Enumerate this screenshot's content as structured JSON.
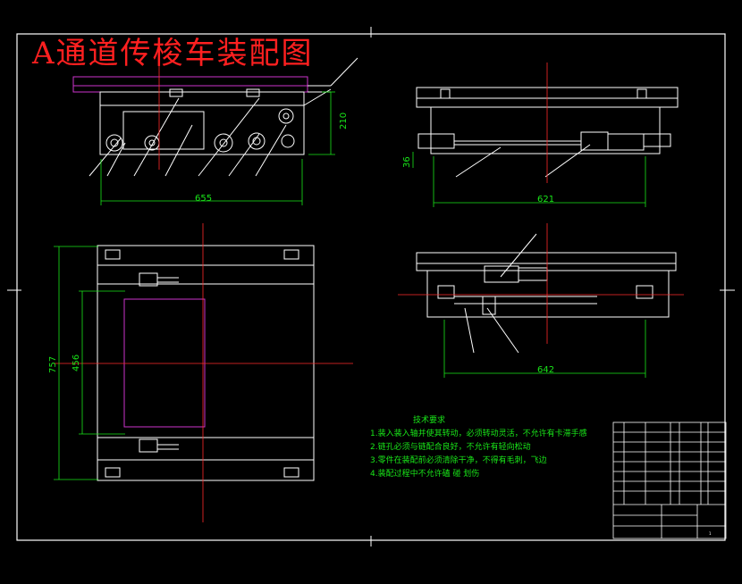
{
  "drawing": {
    "title": "A通道传梭车装配图",
    "dimensions": {
      "front_height": "210",
      "front_width": "655",
      "side_width": "621",
      "side_offset": "36",
      "plan_length": "757",
      "plan_inner": "456",
      "end_width": "642"
    },
    "technical_requirements": {
      "heading": "技术要求",
      "items": [
        "1.装入装入轴并使其转动，必须转动灵活，不允许有卡滞手感",
        "2.链孔必须与链配合良好，不允许有轻向松动",
        "3.零件在装配前必须清除干净，不得有毛刺，飞边",
        "4.装配过程中不允许磕 碰 划伤"
      ]
    },
    "title_block": {
      "sheet": "1"
    },
    "colors": {
      "background": "#000000",
      "lines": "#ffffff",
      "dimension": "#19e619",
      "title": "#ff2020",
      "centerline": "#ff2a2a",
      "highlight": "#cc33cc"
    }
  }
}
